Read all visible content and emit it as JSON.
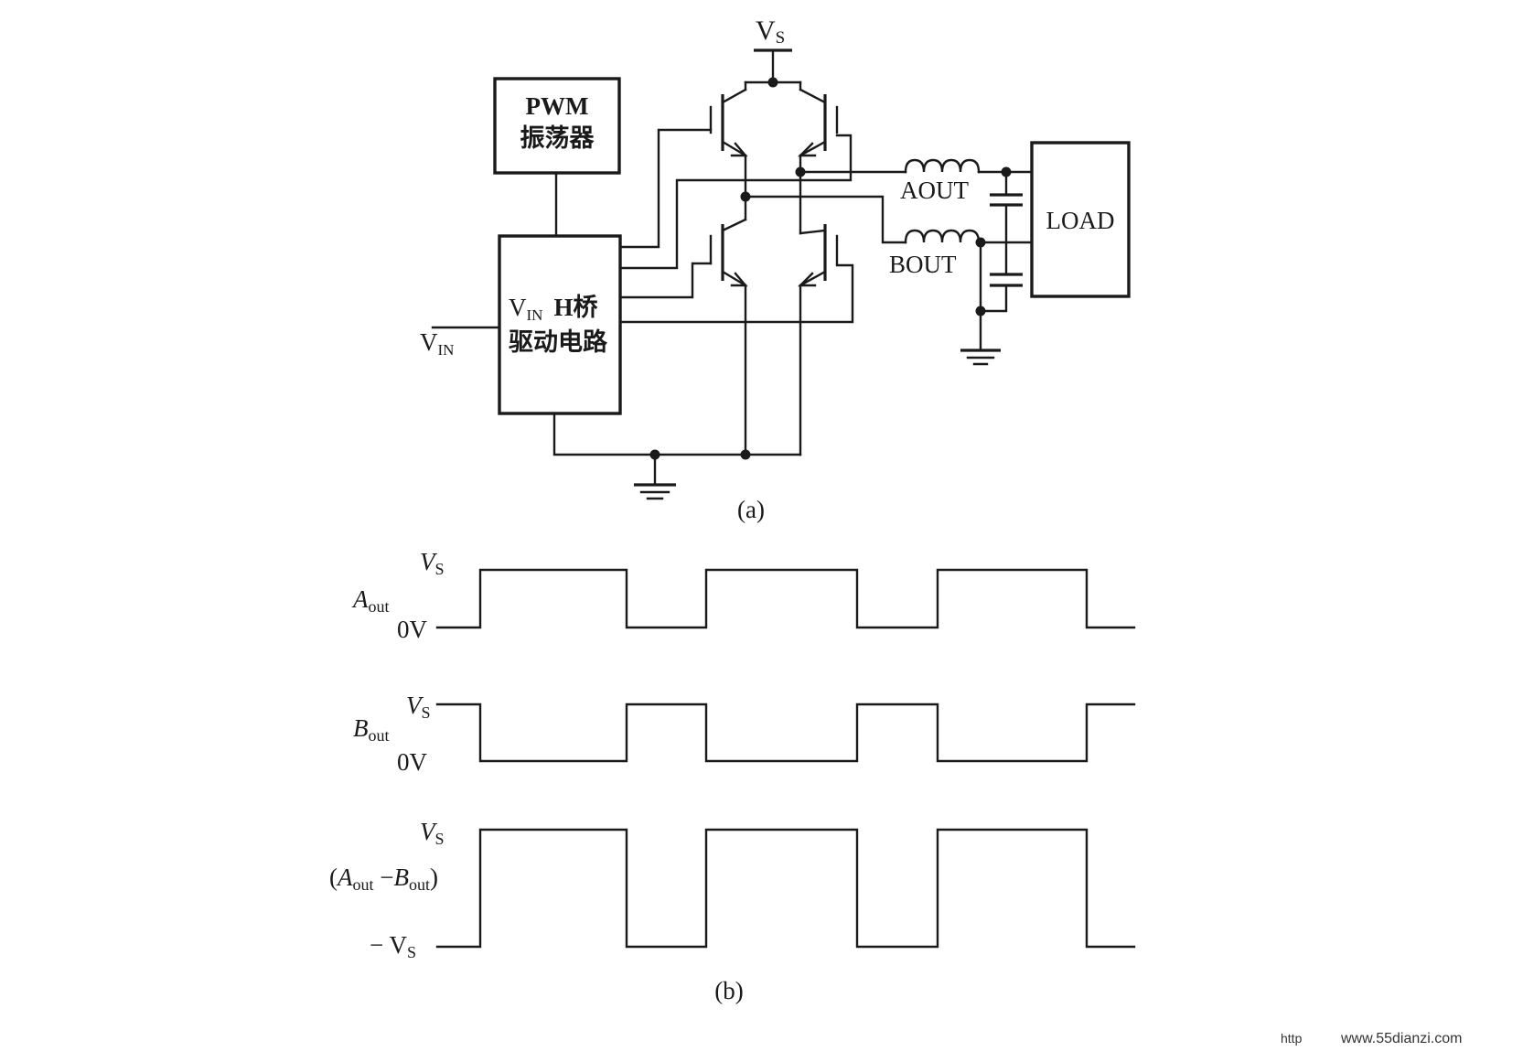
{
  "circuit": {
    "supply_label": "V",
    "supply_sub": "S",
    "pwm_box": {
      "line1": "PWM",
      "line2": "振荡器"
    },
    "driver_box": {
      "vin": "V",
      "vin_sub": "IN",
      "hbridge": "H桥",
      "line2": "驱动电路"
    },
    "input_label": "V",
    "input_sub": "IN",
    "aout_label": "AOUT",
    "bout_label": "BOUT",
    "load_label": "LOAD",
    "caption": "(a)"
  },
  "waveforms": {
    "caption": "(b)",
    "a_out": {
      "name": "A",
      "sub": "out",
      "high_label": "V",
      "high_sub": "S",
      "low_label": "0V",
      "levels": [
        0,
        1,
        0,
        1,
        0,
        1,
        0
      ]
    },
    "b_out": {
      "name": "B",
      "sub": "out",
      "high_label": "V",
      "high_sub": "S",
      "low_label": "0V",
      "levels": [
        1,
        0,
        1,
        0,
        1,
        0,
        1
      ]
    },
    "diff": {
      "open": "(",
      "a": "A",
      "a_sub": "out",
      "minus": " −",
      "b": "B",
      "b_sub": "out",
      "close": ")",
      "high_label": "V",
      "high_sub": "S",
      "low_label": "− V",
      "low_sub": "S",
      "levels": [
        -1,
        1,
        -1,
        1,
        -1,
        1,
        -1
      ]
    }
  },
  "watermark": {
    "prefix": "http",
    "site": "www.55dianzi.com"
  },
  "colors": {
    "ink": "#1a1a1a",
    "background": "#ffffff"
  }
}
